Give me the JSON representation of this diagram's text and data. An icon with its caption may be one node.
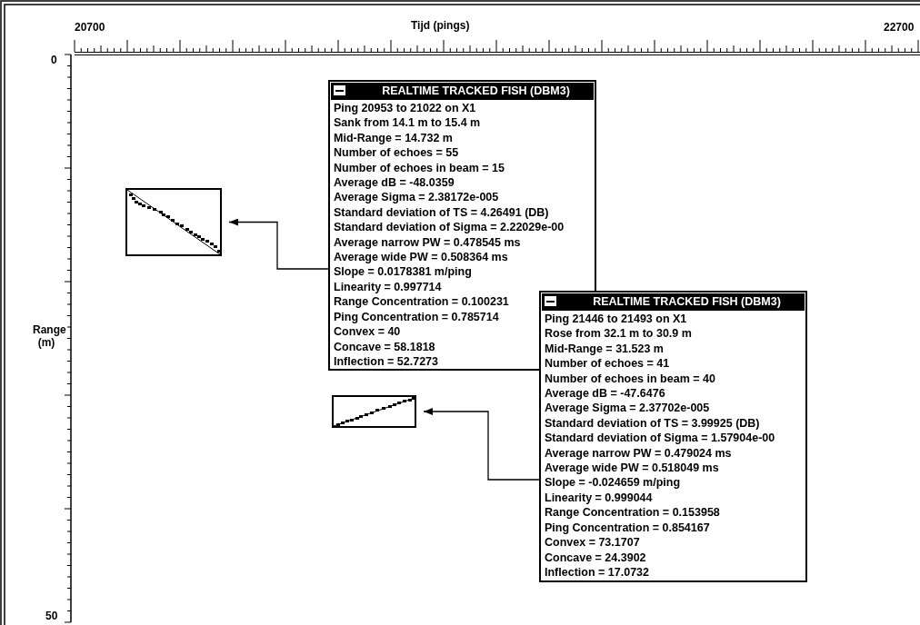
{
  "diagram": {
    "nodes": [
      {
        "text": [
          "REALTIME TRACKED FISH (DBM3)",
          "Ping 20953 to 21022 on X1",
          "Sank from 14.1 m to 15.4 m",
          "Mid-Range = 14.732 m",
          "Number of echoes = 55",
          "Number of echoes in beam = 15",
          "Average dB = -48.0359",
          "Average Sigma = 2.38172e-005",
          "Standard deviation of TS = 4.26491 (DB)",
          "Standard deviation of Sigma = 2.22029e-00",
          "Average narrow PW = 0.478545 ms",
          "Average wide PW = 0.508364 ms",
          "Slope = 0.0178381 m/ping",
          "Linearity = 0.997714",
          "Range Concentration = 0.100231",
          "Ping Concentration = 0.785714",
          "Convex = 40",
          "Concave = 58.1818",
          "Inflection = 52.7273"
        ]
      },
      {
        "text": [],
        "shape": "box"
      },
      {
        "text": [
          "REALTIME TRACKED FISH (DBM3)",
          "Ping 21446 to 21493 on X1",
          "Rose from 32.1 m to 30.9 m",
          "Mid-Range = 31.523 m",
          "Number of echoes = 41",
          "Number of echoes in beam = 40",
          "Average dB = -47.6476",
          "Average Sigma = 2.37702e-005",
          "Standard deviation of TS = 3.99925 (DB)",
          "Standard deviation of Sigma = 1.57904e-00",
          "Average narrow PW = 0.479024 ms",
          "Average wide PW = 0.518049 ms",
          "Slope = -0.024659 m/ping",
          "Linearity = 0.999044",
          "Range Concentration = 0.153958",
          "Ping Concentration = 0.854167",
          "Convex = 73.1707",
          "Concave = 24.3902",
          "Inflection = 17.0732"
        ]
      },
      {
        "text": [],
        "shape": "box"
      }
    ],
    "edges": [
      {
        "from": 0,
        "to": 1,
        "arrow": "to"
      },
      {
        "from": 2,
        "to": 3,
        "arrow": "to"
      }
    ],
    "labels": [
      "20700",
      "Tijd (pings)",
      "22700",
      "0",
      "Range (m)",
      "50"
    ]
  }
}
